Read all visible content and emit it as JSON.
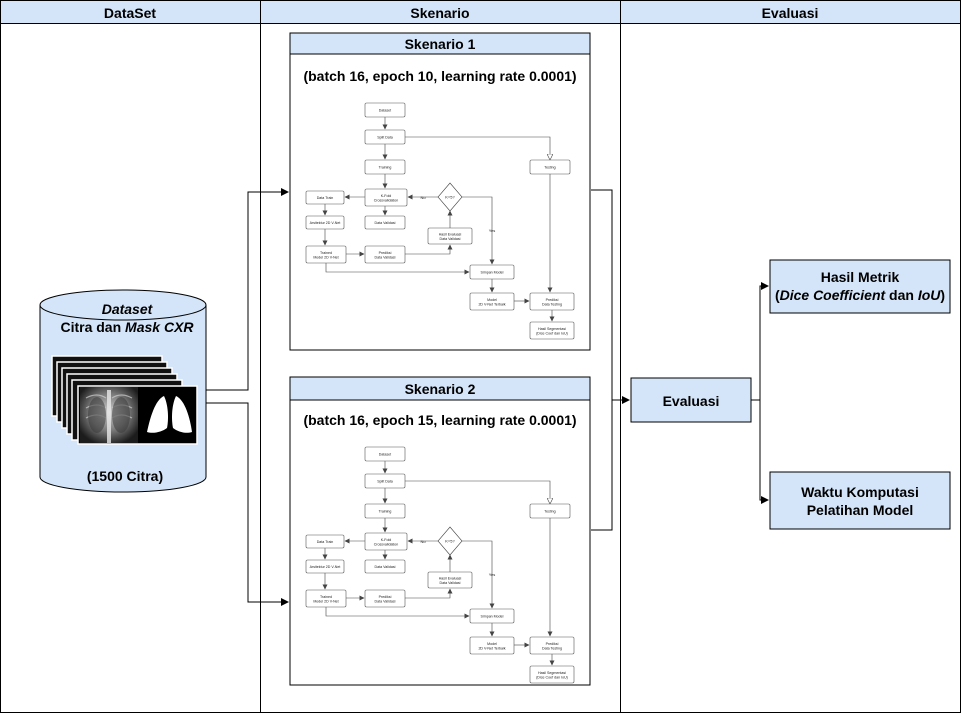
{
  "columns": {
    "dataset": "DataSet",
    "skenario": "Skenario",
    "evaluasi": "Evaluasi"
  },
  "dataset": {
    "title": "Dataset",
    "subtitle_prefix": "Citra dan ",
    "subtitle_italic": "Mask CXR",
    "count": "(1500 Citra)"
  },
  "scenarios": [
    {
      "title": "Skenario 1",
      "params": "(batch 16, epoch 10, learning rate 0.0001)"
    },
    {
      "title": "Skenario 2",
      "params": "(batch 16, epoch 15, learning rate 0.0001)"
    }
  ],
  "flow": {
    "dataset": "Dataset",
    "split": "Split Data",
    "training": "Training",
    "testing": "Testing",
    "kfold_1": "K-Fold",
    "kfold_2": "Crossvalidation",
    "k5": "K=5?",
    "no": "No",
    "yes": "Yes",
    "data_train": "Data Train",
    "data_val": "Data Validasi",
    "arsitektur": "Arsitektur 2D V-Net",
    "trained_1": "Trained",
    "trained_2": "Model 2D V-Net",
    "prediksi_val_1": "Prediksi",
    "prediksi_val_2": "Data Validasi",
    "hasil_eval_1": "Hasil Evaluasi",
    "hasil_eval_2": "Data Validasi",
    "simpan": "Simpan Model",
    "model_1": "Model",
    "model_2": "2D V-Net Terbaik",
    "prediksi_test_1": "Prediksi",
    "prediksi_test_2": "Data Testing",
    "hasil_seg_1": "Hasil Segmentasi",
    "hasil_seg_2": "(Dice Coef dan IoU)"
  },
  "evaluasi": {
    "label": "Evaluasi",
    "metrik_title": "Hasil Metrik",
    "metrik_open": "(",
    "metrik_italic1": "Dice Coefficient",
    "metrik_mid": " dan ",
    "metrik_italic2": "IoU",
    "metrik_close": ")",
    "waktu_1": "Waktu Komputasi",
    "waktu_2": "Pelatihan Model"
  },
  "colors": {
    "header_fill": "#d4e5f9",
    "box_fill": "#d4e5f9",
    "stroke": "#000000",
    "lung_mask": "#ffffff"
  }
}
